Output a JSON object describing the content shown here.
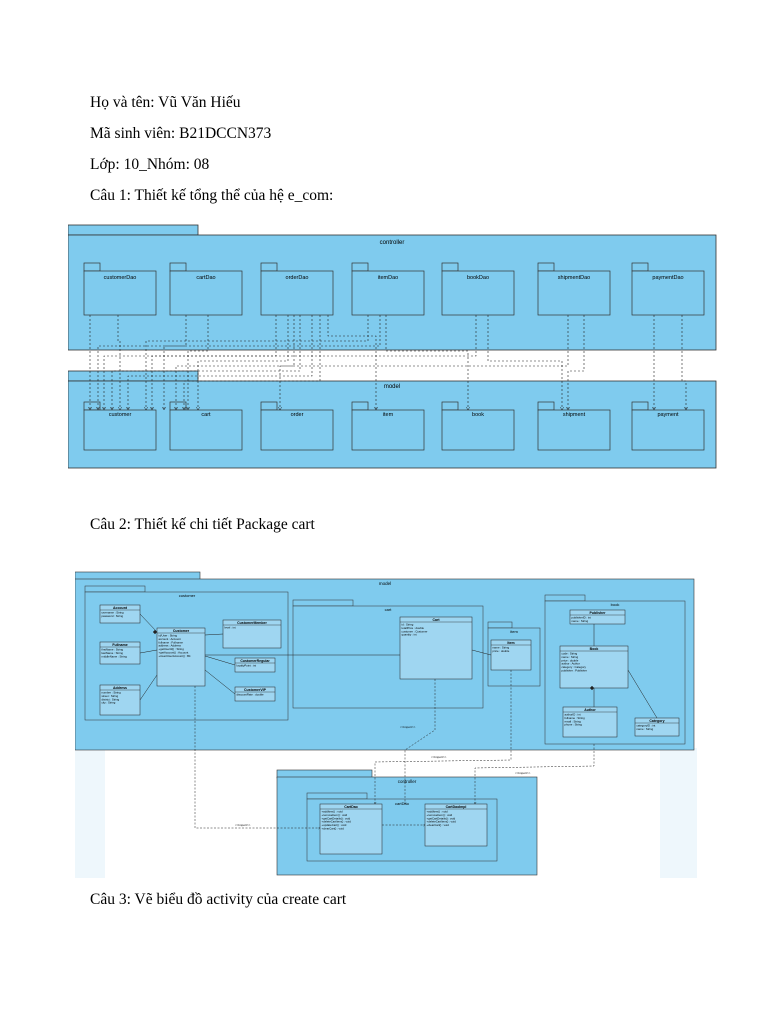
{
  "header": {
    "name_line": "Họ và tên: Vũ Văn Hiếu",
    "student_id_line": "Mã sinh viên: B21DCCN373",
    "class_line": "Lớp: 10_Nhóm: 08"
  },
  "questions": {
    "q1": "Câu 1: Thiết kế tổng thể của hệ e_com:",
    "q2": "Câu 2: Thiết kế chi tiết Package cart",
    "q3": "Câu 3: Vẽ biểu đồ activity của create cart"
  },
  "diagram1": {
    "top_package": "controller",
    "bottom_package": "model",
    "dao_packages": [
      "customerDao",
      "cartDao",
      "orderDao",
      "itemDao",
      "bookDao",
      "shipmentDao",
      "paymentDao"
    ],
    "model_packages": [
      "customer",
      "cart",
      "order",
      "item",
      "book",
      "shipment",
      "payment"
    ]
  },
  "diagram2": {
    "model_label": "model",
    "customer_pkg": "customer",
    "cart_pkg": "cart",
    "item_pkg": "item",
    "book_pkg": "book",
    "controller_label": "controller",
    "cartdao_label": "cartDao",
    "import_label": "<<import>>",
    "classes": {
      "account": {
        "name": "Account",
        "attrs": [
          "username : String",
          "password : String"
        ]
      },
      "fullname": {
        "name": "Fullname",
        "attrs": [
          "firstName : String",
          "lastName : String",
          "middleName : String"
        ]
      },
      "address": {
        "name": "Address",
        "attrs": [
          "number : String",
          "street : String",
          "district : String",
          "city : String"
        ]
      },
      "customer": {
        "name": "Customer",
        "attrs": [
          "id/User : String",
          "account : Account",
          "fullname : Fullname",
          "address : Address",
          "+getUserId() : String",
          "+getAccount() : Account",
          "+insertUserAccount() : Bit"
        ]
      },
      "customer_regular": {
        "name": "CustomerRegular",
        "attrs": [
          "loyaltyPoint : int"
        ]
      },
      "customer_vip": {
        "name": "CustomerVIP",
        "attrs": [
          "discountRate : double"
        ]
      },
      "customer_member": {
        "name": "CustomerMember",
        "attrs": [
          "level : int"
        ]
      },
      "cart": {
        "name": "Cart",
        "attrs": [
          "id : String",
          "totalPrice : double",
          "customer : Customer",
          "quantity : int"
        ]
      },
      "item": {
        "name": "Item",
        "attrs": [
          "name : String",
          "price : double"
        ]
      },
      "book": {
        "name": "Book",
        "attrs": [
          "code : String",
          "name : String",
          "price : double",
          "author : Author",
          "category : Category",
          "publisher : Publisher"
        ]
      },
      "publisher": {
        "name": "Publisher",
        "attrs": [
          "publisherID : int",
          "name : String"
        ]
      },
      "author": {
        "name": "Author",
        "attrs": [
          "authorID : int",
          "fullname : String",
          "email : String",
          "phone : String"
        ]
      },
      "category": {
        "name": "Category",
        "attrs": [
          "categoryID : int",
          "name : String"
        ]
      },
      "cart_dao": {
        "name": "CartDao",
        "attrs": [
          "+addItem() : void",
          "+removeItem() : void",
          "+getCartDetails() : void",
          "+deleteCartItem() : void",
          "+updateCart() : void",
          "+clearCart() : void"
        ]
      },
      "cart_dao_impl": {
        "name": "CartDaoImpl",
        "attrs": [
          "+addItem() : void",
          "+removeItem() : void",
          "+getCartDetails() : void",
          "+deleteCartItem() : void",
          "+clearCart() : void"
        ]
      }
    }
  }
}
